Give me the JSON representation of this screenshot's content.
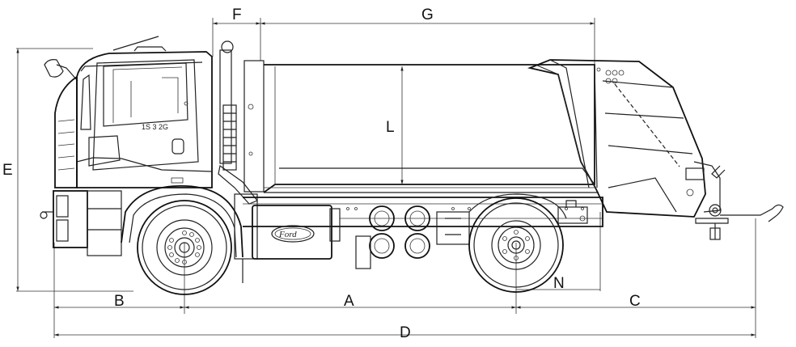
{
  "diagram": {
    "dimensions": [
      {
        "id": "F",
        "label": "F"
      },
      {
        "id": "G",
        "label": "G"
      },
      {
        "id": "L",
        "label": "L"
      },
      {
        "id": "E",
        "label": "E"
      },
      {
        "id": "B",
        "label": "B"
      },
      {
        "id": "A",
        "label": "A"
      },
      {
        "id": "C",
        "label": "C"
      },
      {
        "id": "D",
        "label": "D"
      },
      {
        "id": "N",
        "label": "N"
      }
    ],
    "cab_badge": "1S 3 2G",
    "brand_logo": "Ford"
  },
  "colors": {
    "line": "#222222",
    "accent_dash": "#d43a3a",
    "background": "#ffffff"
  }
}
